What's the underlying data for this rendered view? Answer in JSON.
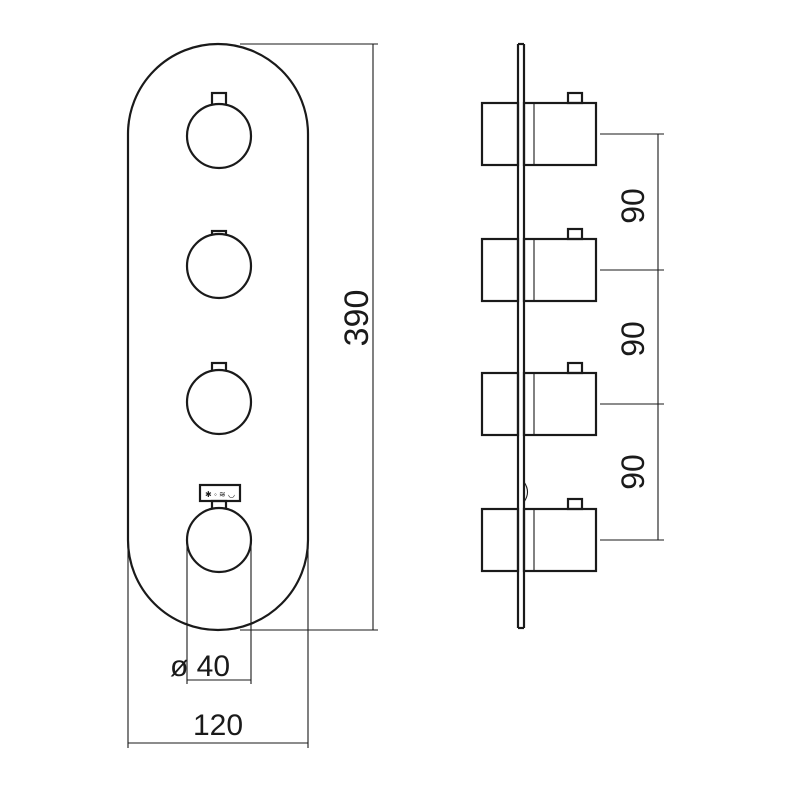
{
  "drawing": {
    "dimensions": {
      "height": "390",
      "width": "120",
      "knob_diameter": "ø 40",
      "spacing_1": "90",
      "spacing_2": "90",
      "spacing_3": "90"
    },
    "panel_indicator": "✱ ◦ ≋ ◡"
  }
}
